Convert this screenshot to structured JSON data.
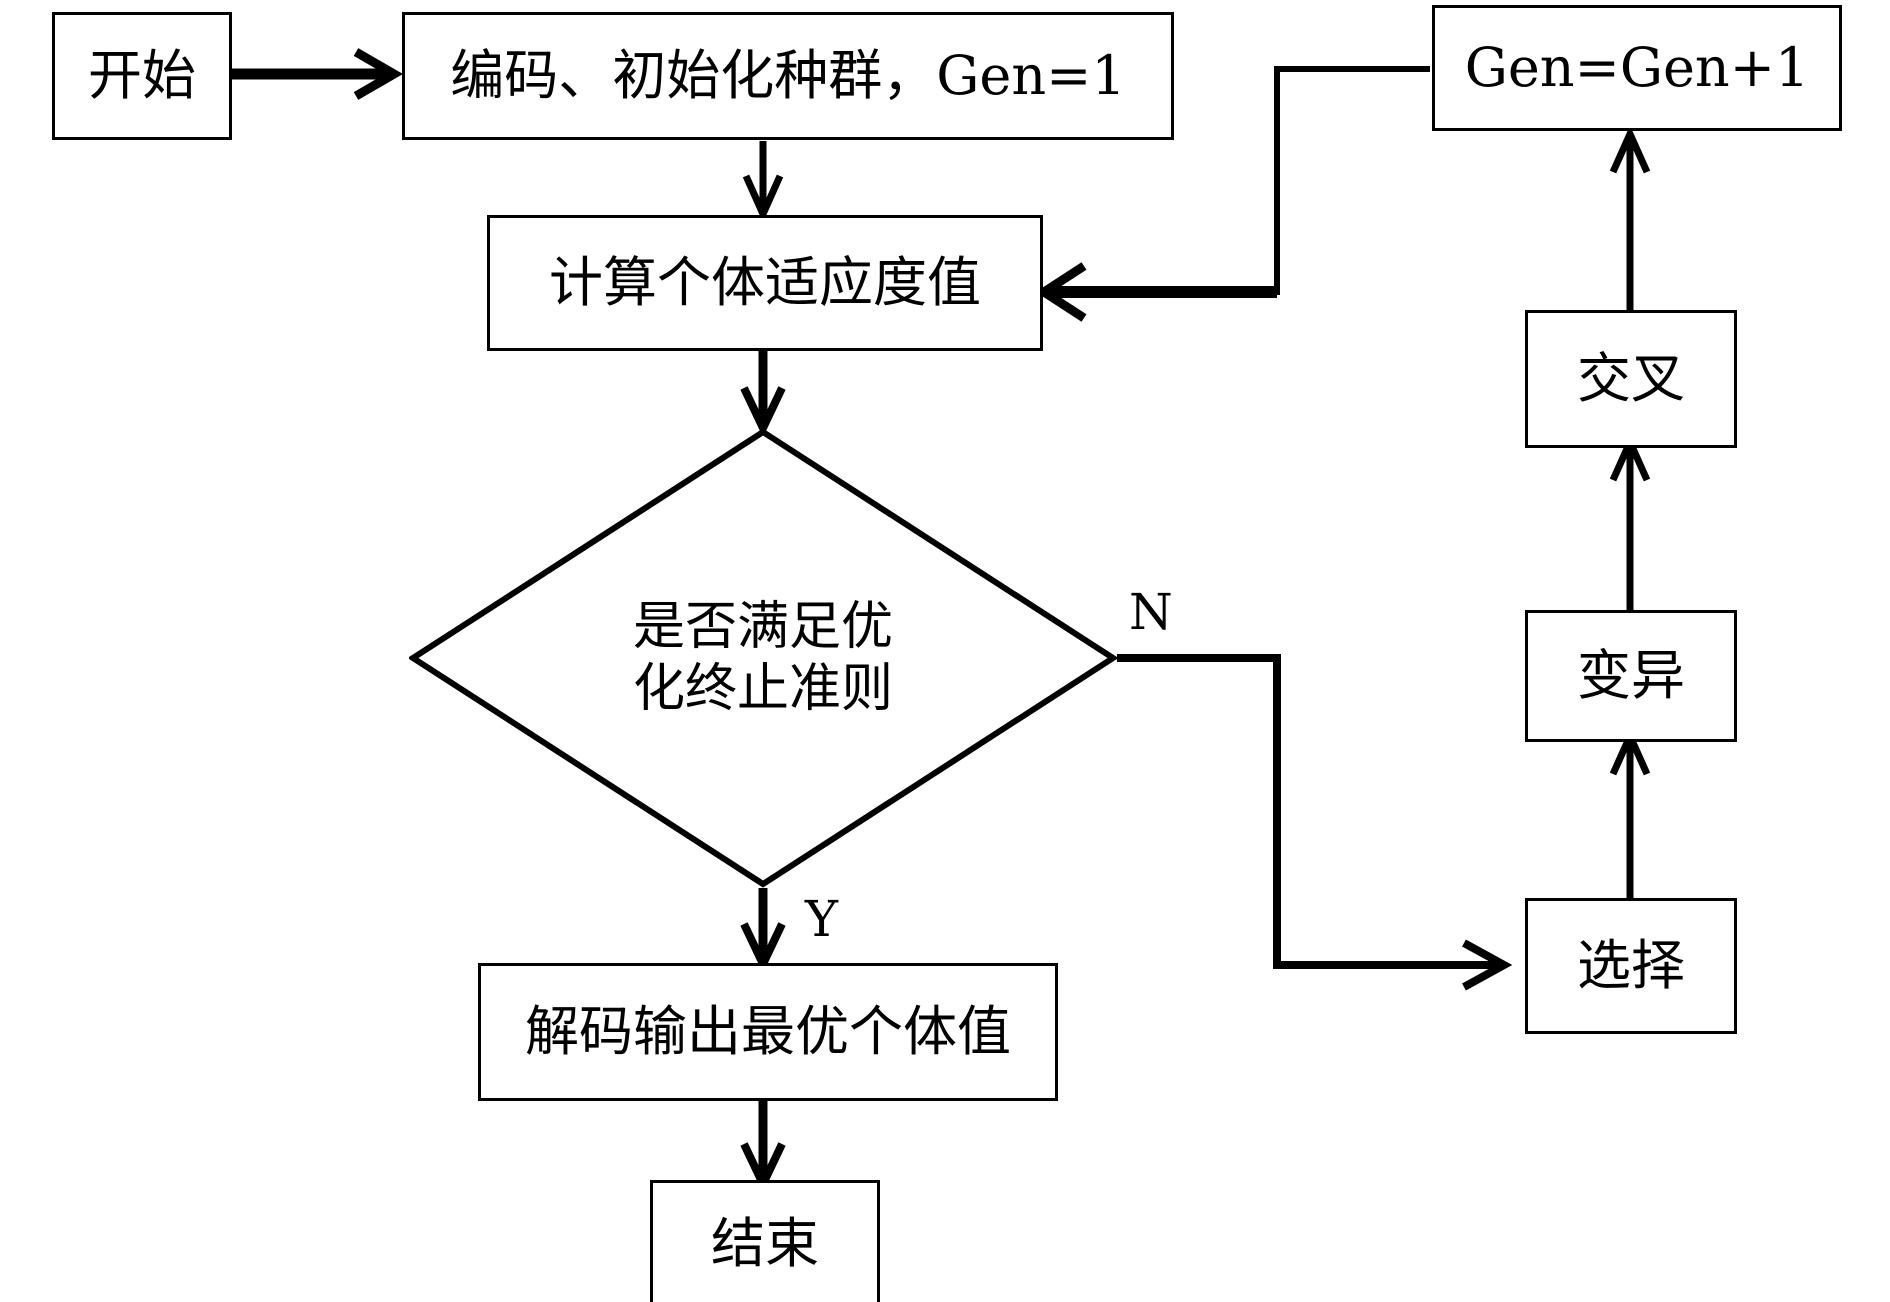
{
  "diagram": {
    "title_text": "",
    "colors": {
      "stroke": "#000000",
      "background": "#ffffff"
    },
    "nodes": {
      "start": {
        "label": "开始",
        "shape": "rectangle"
      },
      "encode_init": {
        "label": "编码、初始化种群，Gen=1",
        "shape": "rectangle"
      },
      "gen_increment": {
        "label": "Gen=Gen+1",
        "shape": "rectangle"
      },
      "fitness": {
        "label": "计算个体适应度值",
        "shape": "rectangle"
      },
      "decision": {
        "label": "是否满足优\n化终止准则",
        "shape": "diamond"
      },
      "crossover": {
        "label": "交叉",
        "shape": "rectangle"
      },
      "mutation": {
        "label": "变异",
        "shape": "rectangle"
      },
      "selection": {
        "label": "选择",
        "shape": "rectangle"
      },
      "decode_output": {
        "label": "解码输出最优个体值",
        "shape": "rectangle"
      },
      "end": {
        "label": "结束",
        "shape": "rectangle"
      }
    },
    "edge_labels": {
      "no_branch": "N",
      "yes_branch": "Y"
    },
    "edges": [
      {
        "from": "start",
        "to": "encode_init",
        "label": ""
      },
      {
        "from": "encode_init",
        "to": "fitness",
        "label": ""
      },
      {
        "from": "fitness",
        "to": "decision",
        "label": ""
      },
      {
        "from": "decision",
        "to": "decode_output",
        "label": "Y"
      },
      {
        "from": "decision",
        "to": "selection",
        "label": "N"
      },
      {
        "from": "selection",
        "to": "mutation",
        "label": ""
      },
      {
        "from": "mutation",
        "to": "crossover",
        "label": ""
      },
      {
        "from": "crossover",
        "to": "gen_increment",
        "label": ""
      },
      {
        "from": "gen_increment",
        "to": "fitness",
        "label": ""
      },
      {
        "from": "decode_output",
        "to": "end",
        "label": ""
      }
    ]
  }
}
